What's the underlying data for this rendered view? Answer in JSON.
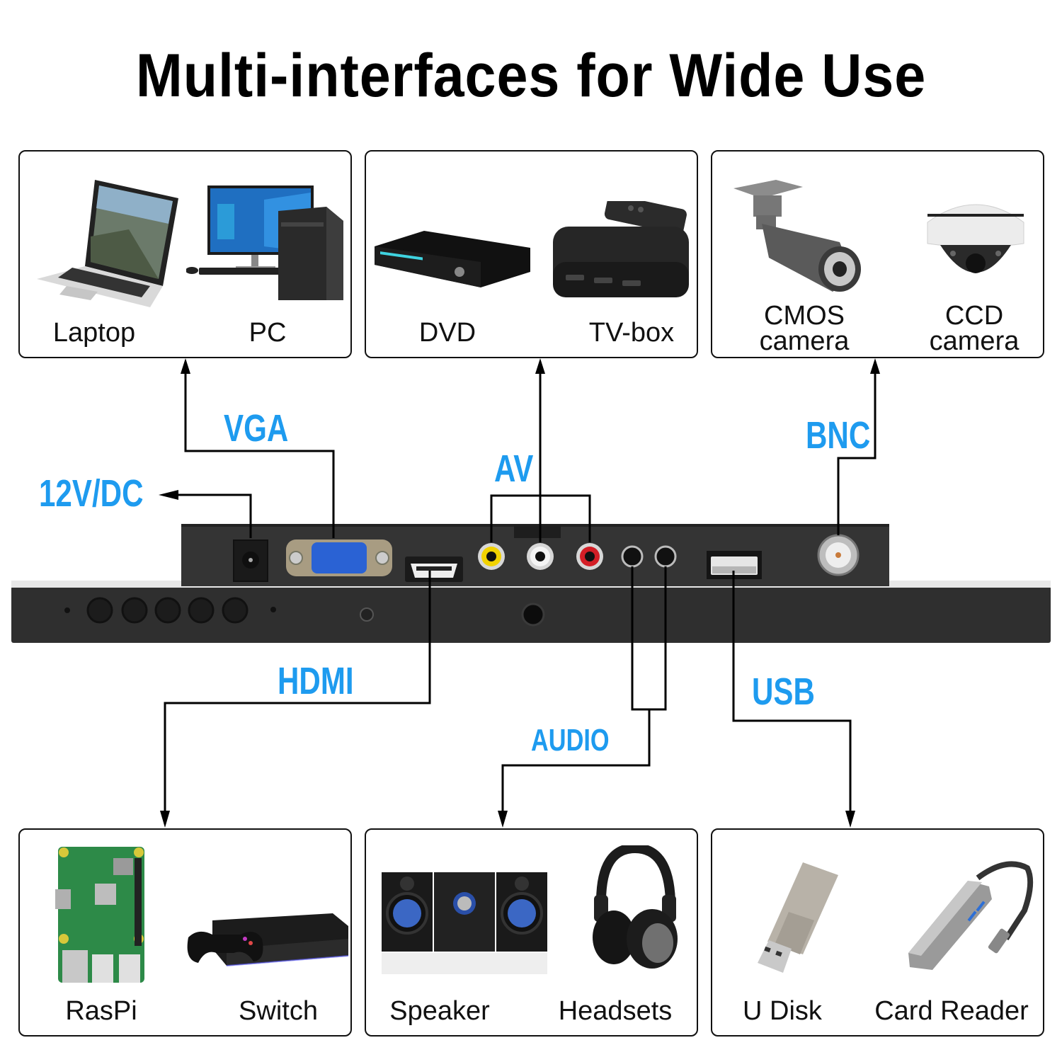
{
  "title": "Multi-interfaces for Wide Use",
  "colors": {
    "accent": "#1e9bef",
    "device_body": "#2e2e2e",
    "line": "#000000"
  },
  "interfaces": {
    "power": "12V/DC",
    "vga": "VGA",
    "av": "AV",
    "bnc": "BNC",
    "hdmi": "HDMI",
    "audio": "AUDIO",
    "usb": "USB"
  },
  "top_boxes": [
    {
      "items": [
        {
          "label": "Laptop",
          "icon": "laptop-icon"
        },
        {
          "label": "PC",
          "icon": "desktop-pc-icon"
        }
      ]
    },
    {
      "items": [
        {
          "label": "DVD",
          "icon": "dvd-player-icon"
        },
        {
          "label": "TV-box",
          "icon": "tv-box-icon"
        }
      ]
    },
    {
      "items": [
        {
          "label_line1": "CMOS",
          "label_line2": "camera",
          "icon": "bullet-camera-icon"
        },
        {
          "label_line1": "CCD",
          "label_line2": "camera",
          "icon": "dome-camera-icon"
        }
      ]
    }
  ],
  "bottom_boxes": [
    {
      "items": [
        {
          "label": "RasPi",
          "icon": "raspberry-pi-icon"
        },
        {
          "label": "Switch",
          "icon": "game-console-icon"
        }
      ]
    },
    {
      "items": [
        {
          "label": "Speaker",
          "icon": "speaker-system-icon"
        },
        {
          "label": "Headsets",
          "icon": "headphones-icon"
        }
      ]
    },
    {
      "items": [
        {
          "label": "U Disk",
          "icon": "usb-drive-icon"
        },
        {
          "label": "Card Reader",
          "icon": "usb-hub-icon"
        }
      ]
    }
  ]
}
